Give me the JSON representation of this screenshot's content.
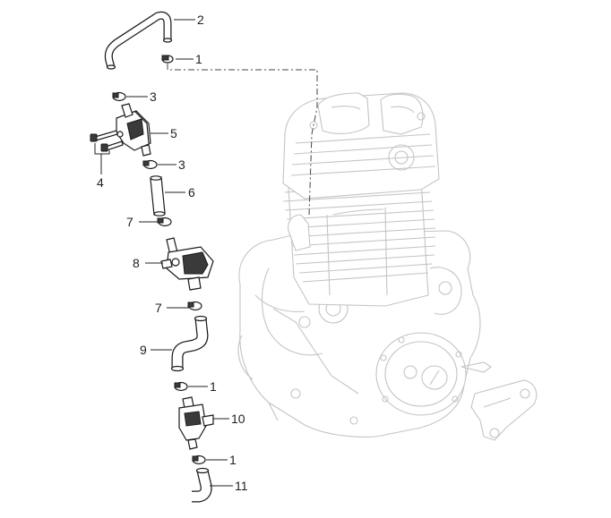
{
  "callouts": [
    {
      "id": "c2a",
      "label": "2"
    },
    {
      "id": "c1a",
      "label": "1"
    },
    {
      "id": "c3a",
      "label": "3"
    },
    {
      "id": "c5",
      "label": "5"
    },
    {
      "id": "c3b",
      "label": "3"
    },
    {
      "id": "c4",
      "label": "4"
    },
    {
      "id": "c6",
      "label": "6"
    },
    {
      "id": "c7a",
      "label": "7"
    },
    {
      "id": "c8",
      "label": "8"
    },
    {
      "id": "c7b",
      "label": "7"
    },
    {
      "id": "c9",
      "label": "9"
    },
    {
      "id": "c1b",
      "label": "1"
    },
    {
      "id": "c10",
      "label": "10"
    },
    {
      "id": "c1c",
      "label": "1"
    },
    {
      "id": "c11",
      "label": "11"
    }
  ],
  "colors": {
    "part_line": "#1a1a1a",
    "engine_line": "#c4c4c4",
    "background": "#ffffff"
  }
}
